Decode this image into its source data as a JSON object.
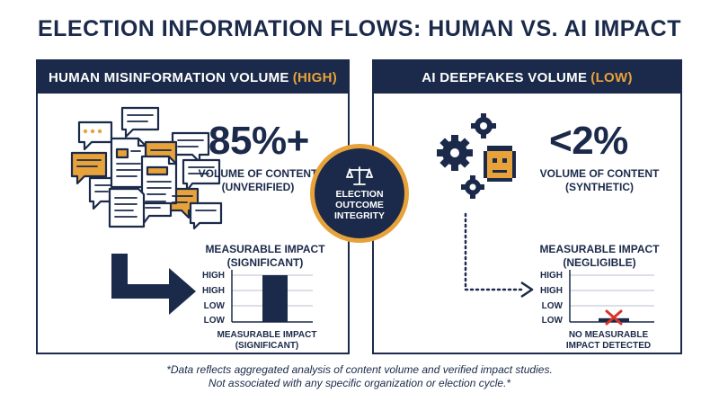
{
  "title": "ELECTION INFORMATION FLOWS: HUMAN VS. AI IMPACT",
  "left_panel": {
    "header_main": "HUMAN MISINFORMATION VOLUME",
    "header_highlight": "(HIGH)",
    "stat": "85%+",
    "stat_label_1": "VOLUME OF CONTENT",
    "stat_label_2": "(UNVERIFIED)",
    "impact_title_1": "MEASURABLE IMPACT",
    "impact_title_2": "(SIGNIFICANT)",
    "y_labels": [
      "HIGH",
      "HIGH",
      "LOW",
      "LOW"
    ],
    "caption_1": "MEASURABLE IMPACT",
    "caption_2": "(SIGNIFICANT)",
    "bar_level": 1.0
  },
  "right_panel": {
    "header_main": "AI DEEPFAKES VOLUME",
    "header_highlight": "(LOW)",
    "stat": "<2%",
    "stat_label_1": "VOLUME OF CONTENT",
    "stat_label_2": "(SYNTHETIC)",
    "impact_title_1": "MEASURABLE IMPACT",
    "impact_title_2": "(NEGLIGIBLE)",
    "y_labels": [
      "HIGH",
      "HIGH",
      "LOW",
      "LOW"
    ],
    "caption_1": "NO MEASURABLE",
    "caption_2": "IMPACT DETECTED",
    "bar_level": 0.08
  },
  "center": {
    "line_1": "ELECTION",
    "line_2": "OUTCOME",
    "line_3": "INTEGRITY"
  },
  "footnote": {
    "line_1": "*Data reflects aggregated analysis of content volume and verified impact studies.",
    "line_2": "Not associated with any specific organization or election cycle.*"
  },
  "colors": {
    "navy": "#1b2a4a",
    "orange": "#e8a23a",
    "cross": "#d9342b"
  }
}
